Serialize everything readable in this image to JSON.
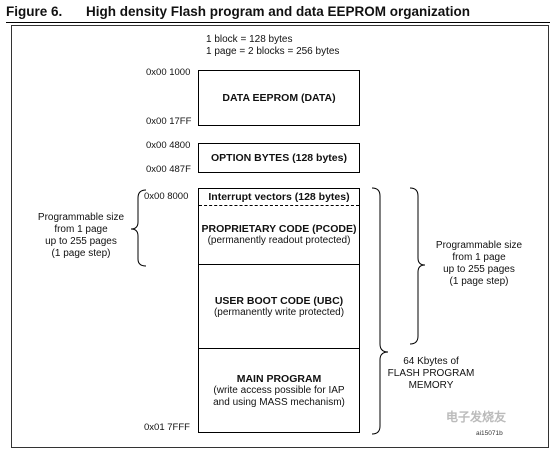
{
  "header": {
    "figure_number": "Figure 6.",
    "title": "High density Flash program and data EEPROM organization"
  },
  "legend": {
    "line1": "1 block = 128 bytes",
    "line2": "1 page = 2 blocks = 256 bytes"
  },
  "addresses": {
    "eeprom_start": "0x00 1000",
    "eeprom_end": "0x00 17FF",
    "option_start": "0x00 4800",
    "option_end": "0x00 487F",
    "flash_start": "0x00 8000",
    "flash_end": "0x01 7FFF"
  },
  "blocks": {
    "data_eeprom": "DATA EEPROM (DATA)",
    "option_bytes": "OPTION BYTES (128 bytes)",
    "interrupt_vectors": "Interrupt vectors (128 bytes)",
    "pcode_title": "PROPRIETARY CODE (PCODE)",
    "pcode_desc": "(permanently readout protected)",
    "ubc_title": "USER BOOT CODE (UBC)",
    "ubc_desc": "(permanently write protected)",
    "main_title": "MAIN PROGRAM",
    "main_desc1": "(write access possible for IAP",
    "main_desc2": "and using MASS mechanism)"
  },
  "left_note": {
    "line1": "Programmable size",
    "line2": "from 1 page",
    "line3": "up to 255 pages",
    "line4": "(1 page step)"
  },
  "right_note": {
    "line1": "Programmable size",
    "line2": "from 1 page",
    "line3": "up to 255 pages",
    "line4": "(1 page step)"
  },
  "flash_note": {
    "line1": "64 Kbytes of",
    "line2": "FLASH PROGRAM",
    "line3": "MEMORY"
  },
  "ref_code": "ai15071b",
  "watermark": "电子发烧友"
}
